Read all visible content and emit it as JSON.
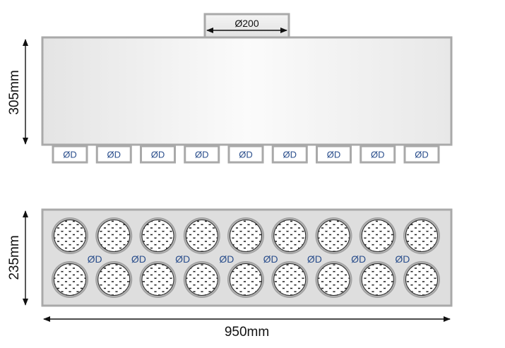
{
  "top_view": {
    "collar_label": "Ø200",
    "height_label": "305mm",
    "outlet_label": "ØD",
    "outlet_count": 9
  },
  "front_view": {
    "height_label": "235mm",
    "width_label": "950mm",
    "diffuser_label": "ØD",
    "rows": 2,
    "columns": 9,
    "between_labels": 8
  },
  "colors": {
    "frame": "#a9a9a9",
    "line": "#111111",
    "od_text": "#2a4e8c"
  }
}
